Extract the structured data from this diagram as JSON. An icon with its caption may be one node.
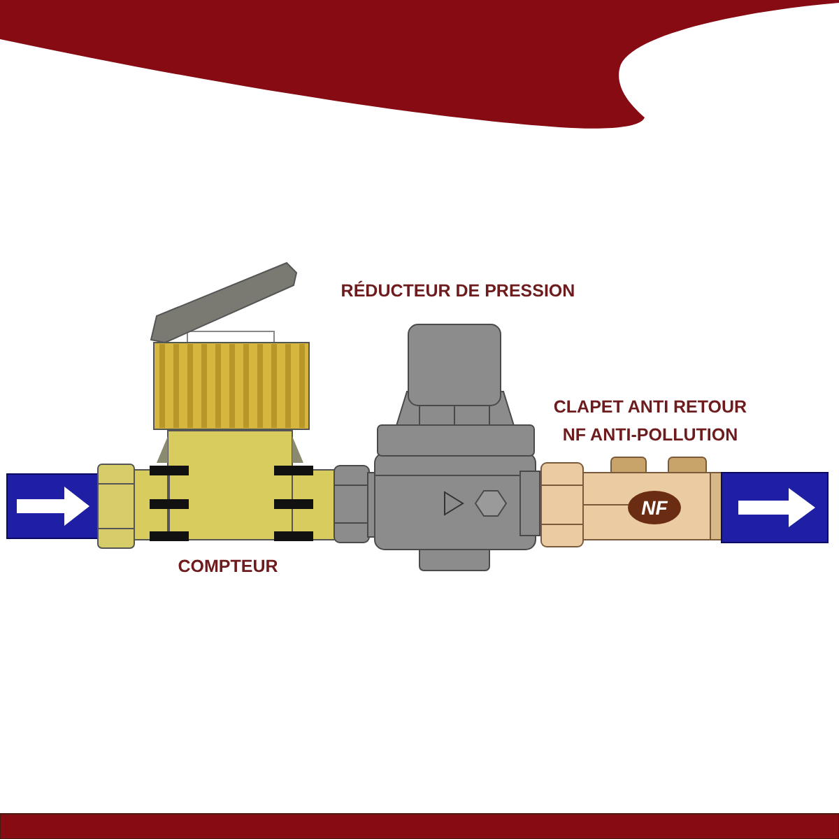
{
  "diagram": {
    "labels": [
      "RÉDUCTEUR DE PRESSION",
      "CLAPET ANTI RETOUR NF ANTI-POLLUTION",
      "NF",
      "COMPTEUR"
    ]
  }
}
